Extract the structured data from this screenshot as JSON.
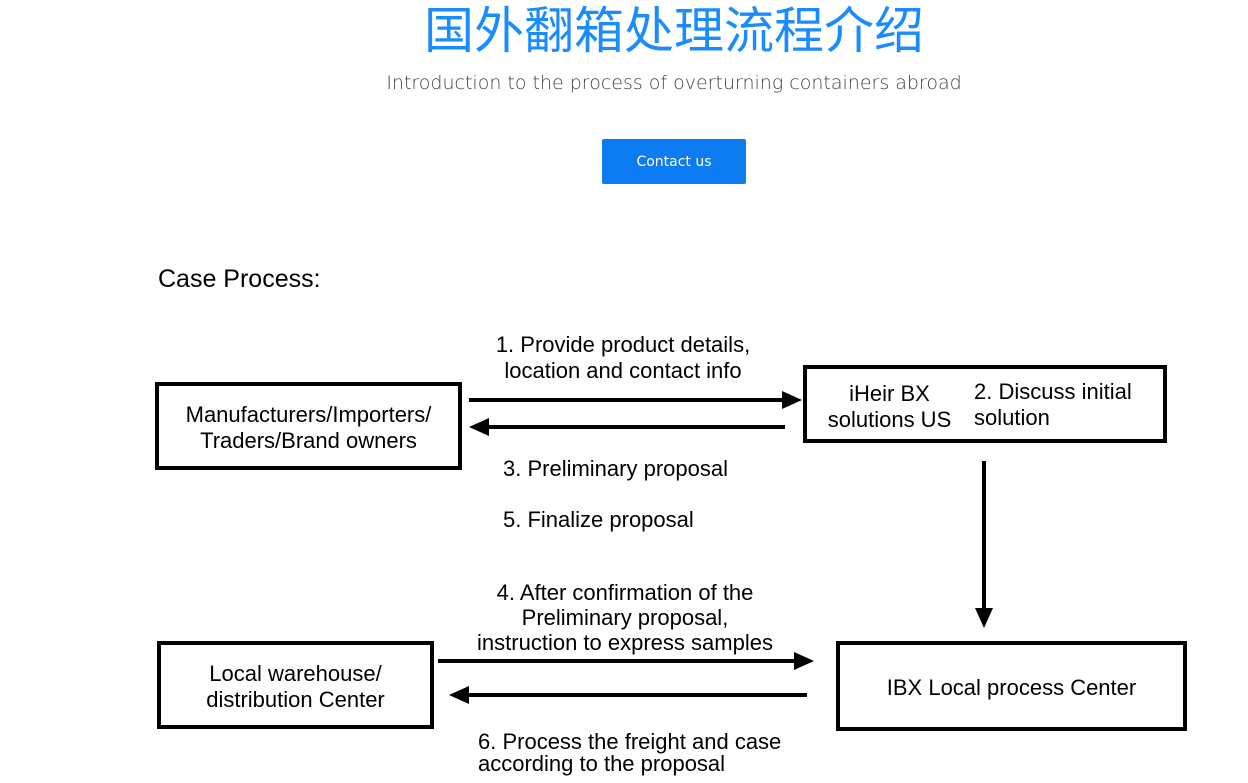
{
  "header": {
    "title": "国外翻箱处理流程介绍",
    "subtitle": "Introduction to the process of overturning containers abroad",
    "contact_label": "Contact us"
  },
  "diagram": {
    "section_label": "Case Process:",
    "nodes": {
      "manufacturers": {
        "line1": "Manufacturers/Importers/",
        "line2": "Traders/Brand owners"
      },
      "iheir": {
        "line1": "iHeir BX",
        "line2": "solutions US",
        "note_line1": "2. Discuss initial",
        "note_line2": "solution"
      },
      "warehouse": {
        "line1": "Local warehouse/",
        "line2": "distribution Center"
      },
      "ibx": {
        "line1": "IBX Local process Center"
      }
    },
    "steps": {
      "step1_line1": "1. Provide product details,",
      "step1_line2": "location and contact info",
      "step3": "3. Preliminary proposal",
      "step5": "5. Finalize proposal",
      "step4_line1": "4.  After confirmation of the",
      "step4_line2": "Preliminary proposal,",
      "step4_line3": "instruction to express samples",
      "step6_line1": "6. Process the freight and case",
      "step6_line2": "according to the proposal"
    }
  }
}
